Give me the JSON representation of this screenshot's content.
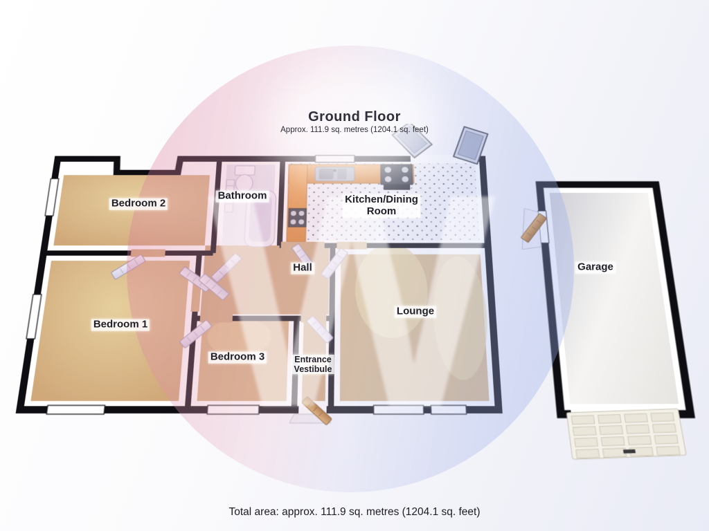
{
  "header": {
    "title": "Ground Floor",
    "subtitle": "Approx. 111.9 sq. metres (1204.1 sq. feet)"
  },
  "rooms": {
    "bedroom2": {
      "label": "Bedroom 2"
    },
    "bathroom": {
      "label": "Bathroom"
    },
    "kitchen": {
      "line1": "Kitchen/Dining",
      "line2": "Room"
    },
    "hall": {
      "label": "Hall"
    },
    "lounge": {
      "label": "Lounge"
    },
    "bedroom1": {
      "label": "Bedroom 1"
    },
    "bedroom3": {
      "label": "Bedroom 3"
    },
    "vestibule": {
      "line1": "Entrance",
      "line2": "Vestibule"
    },
    "garage": {
      "label": "Garage"
    }
  },
  "footer": {
    "total_area": "Total area: approx. 111.9 sq. metres (1204.1 sq. feet)"
  },
  "colors": {
    "wall": "#0d0d12",
    "floor_tan": "#d4b183",
    "floor_light_patch": "#ead9a8",
    "bathroom_floor": "#eae8f2",
    "counter_orange": "#e59440",
    "watermark_pink": "#eec7d4",
    "watermark_blue": "#ccd4ee",
    "door_wood": "#c98a3e",
    "garage_floor": "#e3e2e2"
  }
}
